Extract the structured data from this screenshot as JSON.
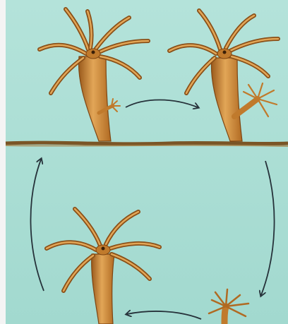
{
  "diagram": {
    "subject": "hydra-budding-cycle",
    "colors": {
      "water": "#a6dcd2",
      "water_light": "#c2e9e1",
      "body_dark": "#8a4f17",
      "body_mid": "#c07a2c",
      "body_light": "#e2a657",
      "ground": "#7a5526",
      "arrow": "#26323a",
      "mouth": "#3a1f08"
    },
    "stages": [
      "adult-hydra",
      "budding-hydra",
      "detached-bud",
      "grown-hydra"
    ]
  }
}
